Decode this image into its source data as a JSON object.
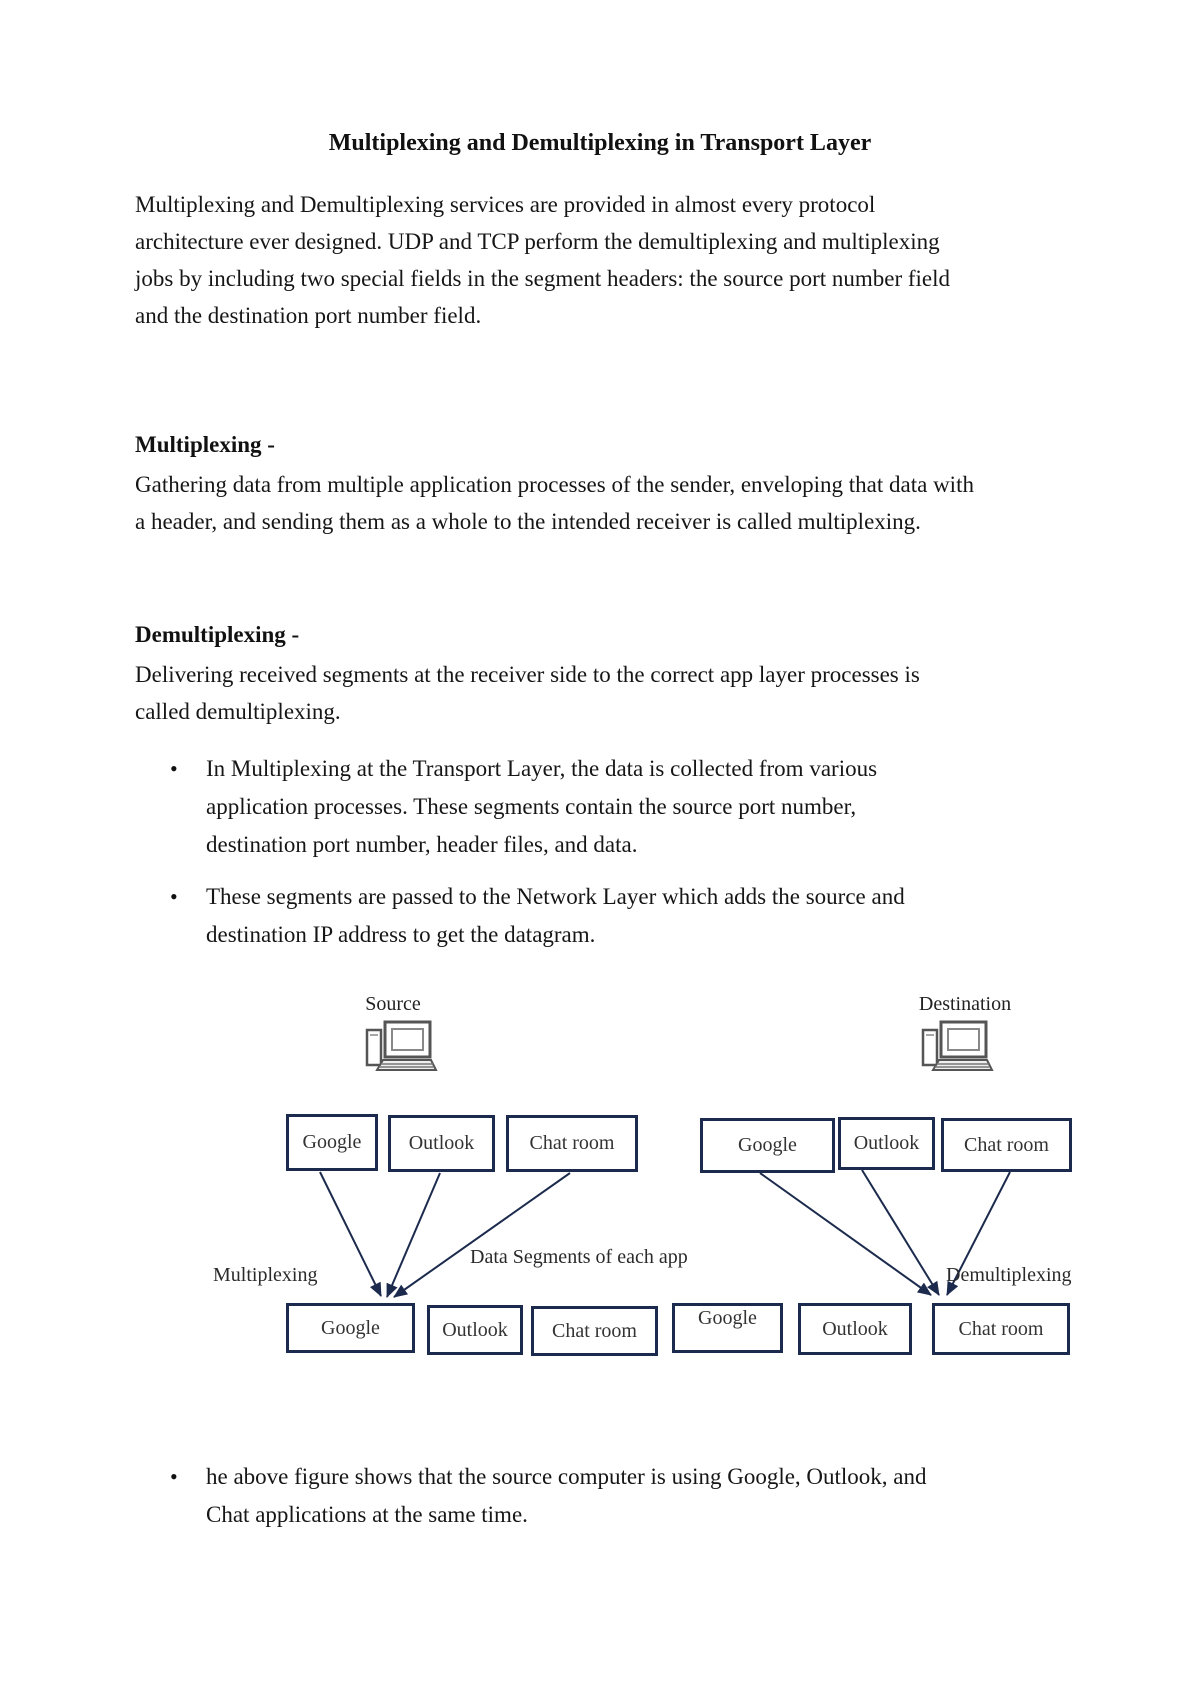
{
  "page": {
    "title": "Multiplexing and Demultiplexing in Transport Layer",
    "intro": "Multiplexing and Demultiplexing services are provided in almost every protocol architecture ever designed. UDP and TCP perform the demultiplexing and multiplexing jobs by including two special fields in the segment headers: the source port number field and the destination port number field.",
    "sections": [
      {
        "heading": "Multiplexing -",
        "body": "Gathering data from multiple application processes of the sender, enveloping that data with a header, and sending them as a whole to the intended receiver is called multiplexing."
      },
      {
        "heading": "Demultiplexing -",
        "body": "Delivering received segments at the receiver side to the correct app layer processes is called demultiplexing."
      }
    ],
    "bullets": [
      "In Multiplexing at the Transport Layer, the data is collected from various application processes. These segments contain the source port number, destination port number, header files, and data.",
      "These segments are passed to the Network Layer which adds the source and destination IP address to get the datagram."
    ],
    "closing_bullet": "he above figure shows that the source computer is using Google, Outlook, and Chat applications at the same time.",
    "bullet_glyph": "•"
  },
  "figure": {
    "source_label": "Source",
    "destination_label": "Destination",
    "multiplexing_label": "Multiplexing",
    "demultiplexing_label": "Demultiplexing",
    "segments_caption": "Data Segments of each app",
    "source_apps": [
      "Google",
      "Outlook",
      "Chat room"
    ],
    "source_segments": [
      "Google",
      "Outlook",
      "Chat room"
    ],
    "destination_segments": [
      "Google",
      "Outlook",
      "Chat room"
    ],
    "destination_apps": [
      "Google",
      "Outlook",
      "Chat room"
    ],
    "accent_color": "#1c2b4d"
  }
}
